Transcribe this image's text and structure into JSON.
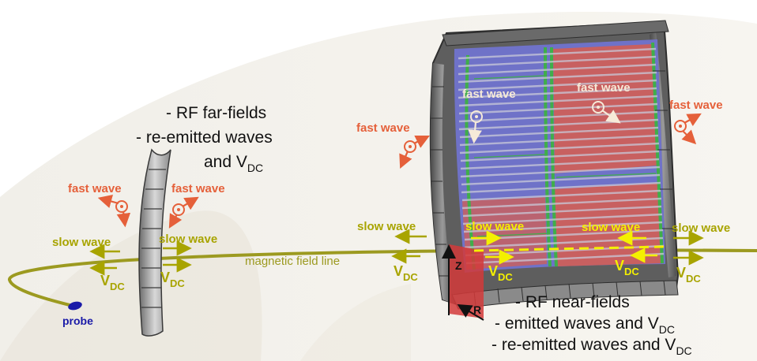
{
  "colors": {
    "fast_wave": "#e5603a",
    "slow_wave": "#a8a400",
    "field_line": "#9c9a20",
    "highlight": "#f4f000",
    "antenna_frame": "#5e5e5e",
    "strap_blue": "#6f72c8",
    "strap_red": "#c86060",
    "faraday_green": "#3fae4a",
    "probe": "#1a1aa8",
    "rz_plane": "#d23a3a"
  },
  "far_field": {
    "title_line1": "- RF far-fields",
    "title_line2": "- re-emitted waves",
    "title_line3": "and V",
    "title_sub": "DC"
  },
  "near_field": {
    "line1": "- RF near-fields",
    "line2": "- emitted waves and V",
    "line2_sub": "DC",
    "line3": "- re-emitted waves and V",
    "line3_sub": "DC"
  },
  "labels": {
    "fast_wave": "fast wave",
    "slow_wave": "slow wave",
    "vdc_main": "V",
    "vdc_sub": "DC",
    "magnetic_field_line": "magnetic field line",
    "probe": "probe",
    "axis_z": "Z",
    "axis_r": "R"
  },
  "icons": {
    "wave_marker": "circled-dot-icon",
    "arrow": "arrow-icon",
    "limiter": "limiter-tile-icon",
    "antenna": "icrf-antenna-icon"
  }
}
